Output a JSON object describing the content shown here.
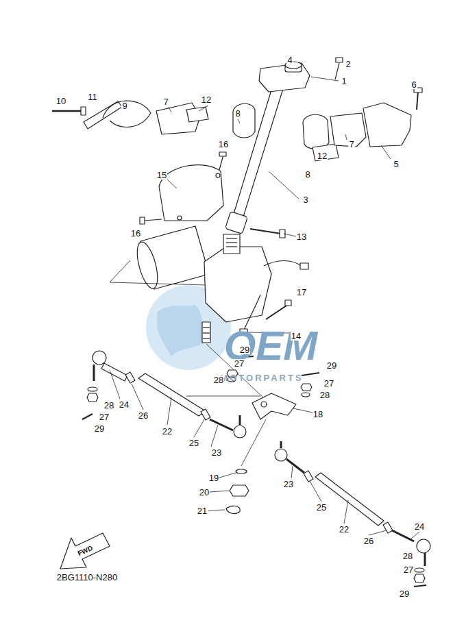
{
  "diagram": {
    "labels": [
      "OEM",
      "MOTORPARTS",
      "1",
      "2",
      "3",
      "4",
      "5",
      "6",
      "7",
      "7",
      "8",
      "8",
      "9",
      "10",
      "11",
      "12",
      "12",
      "13",
      "14",
      "15",
      "16",
      "16",
      "17",
      "18",
      "19",
      "20",
      "21",
      "22",
      "22",
      "23",
      "23",
      "24",
      "24",
      "25",
      "25",
      "26",
      "26",
      "27",
      "27",
      "27",
      "27",
      "28",
      "28",
      "28",
      "28",
      "29",
      "29",
      "29",
      "29",
      "FWD",
      "2BG1110-N280"
    ]
  }
}
